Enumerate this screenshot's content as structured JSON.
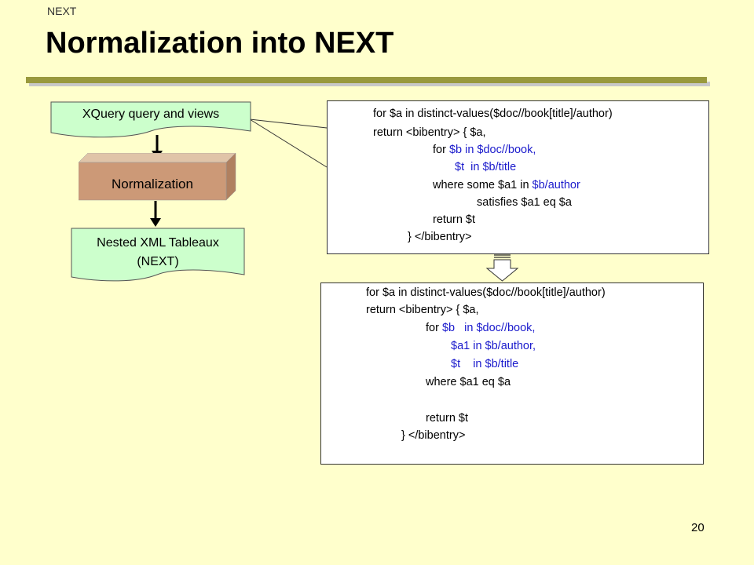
{
  "header": {
    "section_label": "NEXT",
    "title": "Normalization into NEXT"
  },
  "flow": {
    "input_label": "XQuery query and views",
    "process_label": "Normalization",
    "output_label_line1": "Nested XML Tableaux",
    "output_label_line2": "(NEXT)"
  },
  "colors": {
    "background": "#ffffcc",
    "document_fill": "#ccffcc",
    "process_fill": "#cc9977",
    "title_rule": "#99993d",
    "code_keyword_highlight": "#1a1acc"
  },
  "original_query": {
    "lines": [
      [
        {
          "t": "for $a in distinct-values($doc//book[title]/author)"
        }
      ],
      [
        {
          "t": "return <bibentry> { $a,"
        }
      ],
      [
        {
          "t": "for "
        },
        {
          "t": "$b in $doc//book,",
          "blue": true
        }
      ],
      [
        {
          "t": "$t  in $b/title",
          "blue": true
        }
      ],
      [
        {
          "t": "where some $a1 in "
        },
        {
          "t": "$b/author",
          "blue": true
        }
      ],
      [
        {
          "t": "satisfies $a1 eq $a"
        }
      ],
      [
        {
          "t": "return $t"
        }
      ],
      [
        {
          "t": "} </bibentry>"
        }
      ]
    ]
  },
  "normalized_query": {
    "lines": [
      [
        {
          "t": "for $a in distinct-values($doc//book[title]/author)"
        }
      ],
      [
        {
          "t": "return <bibentry> { $a,"
        }
      ],
      [
        {
          "t": "for "
        },
        {
          "t": "$b   in $doc//book,",
          "blue": true
        }
      ],
      [
        {
          "t": "$a1 in $b/author,",
          "blue": true
        }
      ],
      [
        {
          "t": "$t    in $b/title",
          "blue": true
        }
      ],
      [
        {
          "t": "where $a1 eq $a"
        }
      ],
      [
        {
          "t": ""
        }
      ],
      [
        {
          "t": "return $t"
        }
      ],
      [
        {
          "t": "} </bibentry>"
        }
      ]
    ]
  },
  "footer": {
    "page_number": "20"
  }
}
